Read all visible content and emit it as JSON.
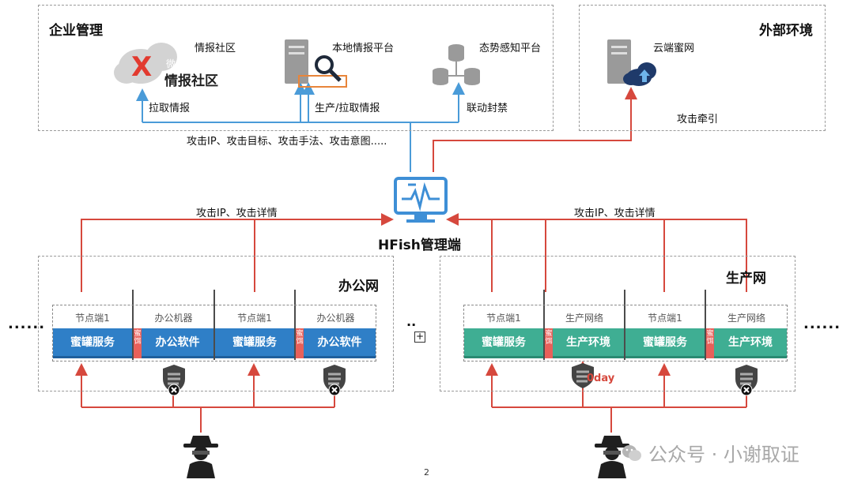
{
  "zones": {
    "enterprise": {
      "title": "企业管理"
    },
    "external": {
      "title": "外部环境"
    },
    "office": {
      "title": "办公网"
    },
    "production": {
      "title": "生产网"
    }
  },
  "enterprise": {
    "intel_community": {
      "label": "情报社区",
      "logo_small": "微步在线",
      "logo_big": "情报社区",
      "logo_mark": "X"
    },
    "local_platform": {
      "label": "本地情报平台"
    },
    "situation_platform": {
      "label": "态势感知平台"
    },
    "pull_label": "拉取情报",
    "produce_label": "生产/拉取情报",
    "block_label": "联动封禁",
    "attack_info": "攻击IP、攻击目标、攻击手法、攻击意图....."
  },
  "external": {
    "cloud_honeynet": {
      "label": "云端蜜网"
    },
    "lure_label": "攻击牵引"
  },
  "hfish": {
    "label": "HFish管理端"
  },
  "office": {
    "report_label": "攻击IP、攻击详情",
    "columns": [
      "节点端1",
      "办公机器",
      "节点端1",
      "办公机器"
    ],
    "blocks": [
      "蜜罐服务",
      "办公软件",
      "蜜罐服务",
      "办公软件"
    ],
    "bait": "蜜饵"
  },
  "production": {
    "report_label": "攻击IP、攻击详情",
    "columns": [
      "节点端1",
      "生产网络",
      "节点端1",
      "生产网络"
    ],
    "blocks": [
      "蜜罐服务",
      "生产环境",
      "蜜罐服务",
      "生产环境"
    ],
    "bait": "蜜饵",
    "zeroday": "0day"
  },
  "ellipsis_left": "......",
  "ellipsis_right": "......",
  "page_number": "2",
  "watermark": "公众号 · 小谢取证",
  "colors": {
    "red": "#d6483d",
    "blue": "#4a9bd8",
    "honeypot": "#2f7fc7",
    "production": "#3fae93"
  }
}
